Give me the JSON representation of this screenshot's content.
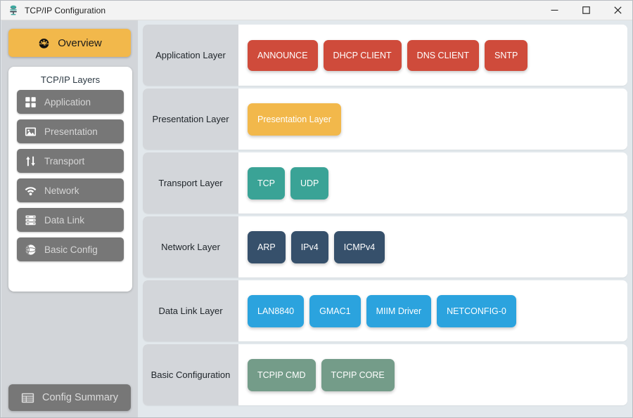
{
  "window": {
    "title": "TCP/IP Configuration",
    "icon": "network-node-icon",
    "controls": {
      "minimize": "minimize-icon",
      "maximize": "maximize-icon",
      "close": "close-icon"
    }
  },
  "sidebar": {
    "overview": {
      "label": "Overview",
      "icon": "tachometer-icon",
      "color": "#f2b84b",
      "active": true
    },
    "layers_card_title": "TCP/IP Layers",
    "items": [
      {
        "label": "Application",
        "icon": "grid-icon"
      },
      {
        "label": "Presentation",
        "icon": "image-icon"
      },
      {
        "label": "Transport",
        "icon": "arrows-up-down-icon"
      },
      {
        "label": "Network",
        "icon": "wifi-icon"
      },
      {
        "label": "Data Link",
        "icon": "server-icon"
      },
      {
        "label": "Basic Config",
        "icon": "globe-icon"
      }
    ],
    "summary": {
      "label": "Config Summary",
      "icon": "list-table-icon"
    }
  },
  "main": {
    "rows": [
      {
        "label": "Application Layer",
        "color": "#cf4b3b",
        "items": [
          "ANNOUNCE",
          "DHCP CLIENT",
          "DNS CLIENT",
          "SNTP"
        ]
      },
      {
        "label": "Presentation Layer",
        "color": "#f2b84b",
        "items": [
          "Presentation Layer"
        ]
      },
      {
        "label": "Transport Layer",
        "color": "#3aa396",
        "items": [
          "TCP",
          "UDP"
        ]
      },
      {
        "label": "Network Layer",
        "color": "#36506b",
        "items": [
          "ARP",
          "IPv4",
          "ICMPv4"
        ]
      },
      {
        "label": "Data Link Layer",
        "color": "#2ba3de",
        "items": [
          "LAN8840",
          "GMAC1",
          "MIIM Driver",
          "NETCONFIG-0"
        ]
      },
      {
        "label": "Basic Configuration",
        "color": "#749c89",
        "items": [
          "TCPIP CMD",
          "TCPIP CORE"
        ]
      }
    ]
  },
  "theme": {
    "page_background": "#e2e8ec",
    "sidebar_background": "#d2d5d9",
    "row_label_background": "#d3d6da",
    "row_background": "#ffffff",
    "sidebar_button": "#777777",
    "accent": "#f2b84b"
  }
}
